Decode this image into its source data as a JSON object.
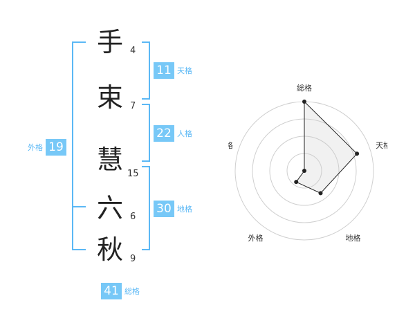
{
  "name": {
    "chars": [
      {
        "char": "手",
        "strokes": "4"
      },
      {
        "char": "束",
        "strokes": "7"
      },
      {
        "char": "慧",
        "strokes": "15"
      },
      {
        "char": "六",
        "strokes": "6"
      },
      {
        "char": "秋",
        "strokes": "9"
      }
    ]
  },
  "fortune": {
    "tenkaku": {
      "value": "11",
      "label": "天格"
    },
    "jinkaku": {
      "value": "22",
      "label": "人格"
    },
    "chikaku": {
      "value": "30",
      "label": "地格"
    },
    "gaikaku": {
      "value": "19",
      "label": "外格"
    },
    "soukaku": {
      "value": "41",
      "label": "総格"
    }
  },
  "colors": {
    "accent": "#77c8f7",
    "bracket": "#5bb8f5"
  },
  "chart_data": {
    "type": "radar",
    "axes": [
      "総格",
      "天格",
      "地格",
      "外格",
      "人格"
    ],
    "values": [
      5,
      4,
      2,
      1,
      0
    ],
    "rmax": 5,
    "rings": 4
  }
}
